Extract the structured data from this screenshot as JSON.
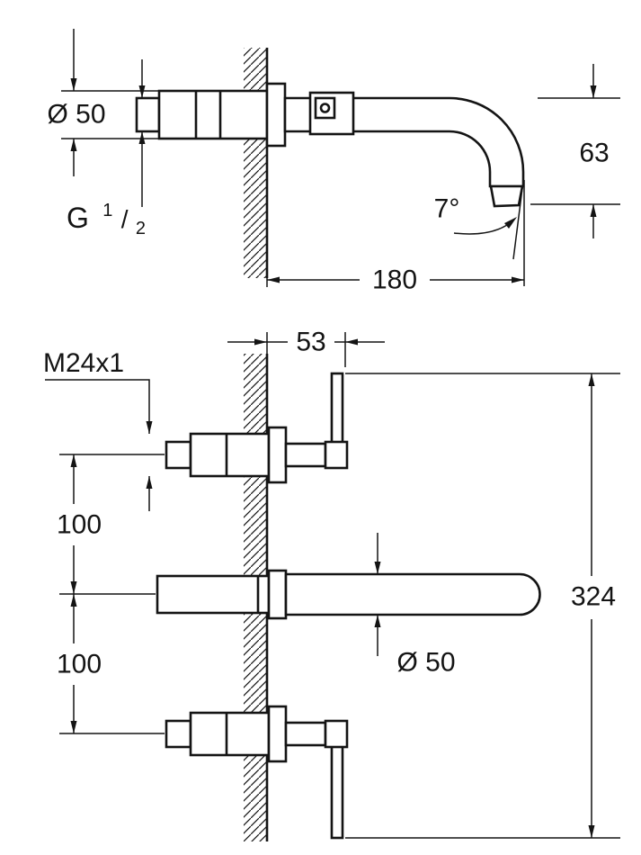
{
  "drawing": {
    "background": "#ffffff",
    "line_color": "#141414",
    "top_view": {
      "body_diameter_label": "Ø 50",
      "thread_letter": "G",
      "thread_numerator": "1",
      "thread_slash": "/",
      "thread_denominator": "2",
      "spout_drop_label": "63",
      "spout_angle_label": "7°",
      "spout_reach_label": "180"
    },
    "front_view": {
      "thread_spec_label": "M24x1",
      "wall_offset_label": "53",
      "upper_spacing_label": "100",
      "lower_spacing_label": "100",
      "escutcheon_diameter_label": "Ø 50",
      "overall_height_label": "324"
    }
  }
}
